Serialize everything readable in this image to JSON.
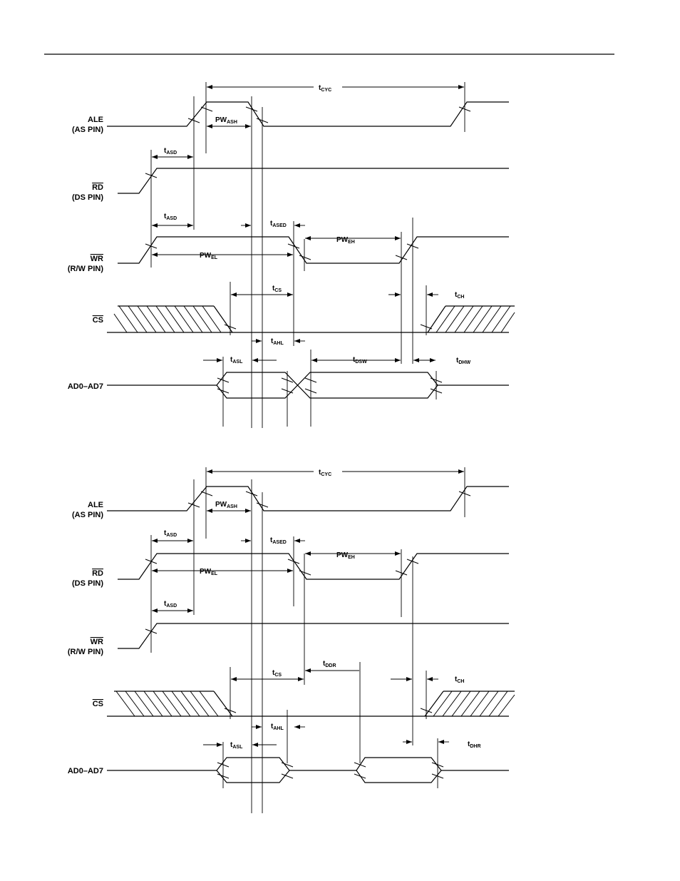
{
  "diagrams": [
    {
      "signals": {
        "ale": {
          "name": "ALE",
          "pin": "(AS PIN)"
        },
        "rd": {
          "name": "RD",
          "pin": "(DS PIN)"
        },
        "wr": {
          "name": "WR",
          "pin": "(R/W PIN)"
        },
        "cs": {
          "name": "CS"
        },
        "ad": {
          "name": "AD0–AD7"
        }
      },
      "params": [
        {
          "base": "t",
          "sub": "CYC"
        },
        {
          "base": "PW",
          "sub": "ASH"
        },
        {
          "base": "t",
          "sub": "ASD"
        },
        {
          "base": "t",
          "sub": "ASD"
        },
        {
          "base": "t",
          "sub": "ASED"
        },
        {
          "base": "PW",
          "sub": "EH"
        },
        {
          "base": "PW",
          "sub": "EL"
        },
        {
          "base": "t",
          "sub": "CS"
        },
        {
          "base": "t",
          "sub": "CH"
        },
        {
          "base": "t",
          "sub": "AHL"
        },
        {
          "base": "t",
          "sub": "ASL"
        },
        {
          "base": "t",
          "sub": "DSW"
        },
        {
          "base": "t",
          "sub": "DHW"
        }
      ]
    },
    {
      "signals": {
        "ale": {
          "name": "ALE",
          "pin": "(AS PIN)"
        },
        "rd": {
          "name": "RD",
          "pin": "(DS PIN)"
        },
        "wr": {
          "name": "WR",
          "pin": "(R/W PIN)"
        },
        "cs": {
          "name": "CS"
        },
        "ad": {
          "name": "AD0–AD7"
        }
      },
      "params": [
        {
          "base": "t",
          "sub": "CYC"
        },
        {
          "base": "PW",
          "sub": "ASH"
        },
        {
          "base": "t",
          "sub": "ASD"
        },
        {
          "base": "t",
          "sub": "ASED"
        },
        {
          "base": "PW",
          "sub": "EH"
        },
        {
          "base": "PW",
          "sub": "EL"
        },
        {
          "base": "t",
          "sub": "ASD"
        },
        {
          "base": "t",
          "sub": "DDR"
        },
        {
          "base": "t",
          "sub": "CS"
        },
        {
          "base": "t",
          "sub": "CH"
        },
        {
          "base": "t",
          "sub": "AHL"
        },
        {
          "base": "t",
          "sub": "ASL"
        },
        {
          "base": "t",
          "sub": "DHR"
        }
      ]
    }
  ]
}
